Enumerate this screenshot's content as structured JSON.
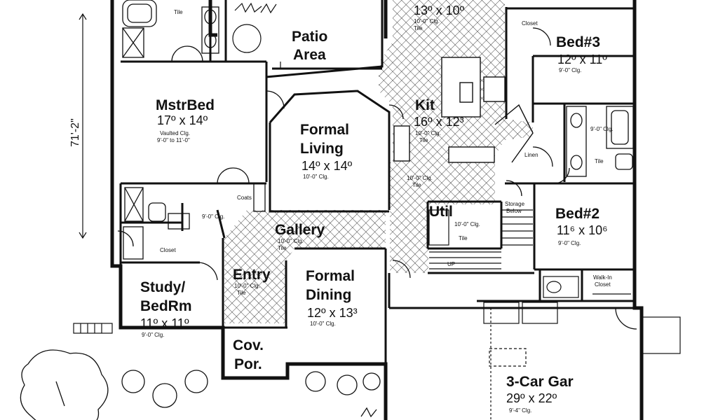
{
  "overall_dimension": "71'-2\"",
  "rooms": {
    "dining_top": {
      "dim": "13º x 10º",
      "clg": "10'-0\" Clg.",
      "floor": "Tile"
    },
    "master_bath": {
      "floor": "Tile"
    },
    "patio": {
      "line1": "Patio",
      "line2": "Area"
    },
    "bed3": {
      "name": "Bed#3",
      "dim": "12º x 11º",
      "clg": "9'-0\" Clg.",
      "closet": "Closet"
    },
    "mstrbed": {
      "name": "MstrBed",
      "dim": "17º x 14º",
      "clg1": "Vaulted Clg.",
      "clg2": "9'-0\" to 11'-0\""
    },
    "formal_living": {
      "line1": "Formal",
      "line2": "Living",
      "dim": "14º x 14º",
      "clg": "10'-0\" Clg."
    },
    "kit": {
      "name": "Kit",
      "dim": "16º x 12³",
      "clg": "10'-0\" Clg.",
      "floor": "Tile"
    },
    "hall": {
      "clg": "10'-0\" Clg.",
      "floor": "Tile"
    },
    "bath2": {
      "clg": "9'-0\" Clg.",
      "floor": "Tile"
    },
    "linen": "Linen",
    "coats": "Coats",
    "mstr_closet_clg": "9'-0\" Clg.",
    "util": {
      "name": "Util",
      "clg": "10'-0\" Clg.",
      "floor": "Tile"
    },
    "storage": {
      "line1": "Storage",
      "line2": "Below"
    },
    "bed2": {
      "name": "Bed#2",
      "dim": "11⁶ x 10⁶",
      "clg": "9'-0\" Clg."
    },
    "gallery": {
      "name": "Gallery",
      "clg": "10'-0\" Clg.",
      "floor": "Tile"
    },
    "closet_left": "Closet",
    "entry": {
      "name": "Entry",
      "clg": "10'-0\" Clg.",
      "floor": "Tile"
    },
    "formal_dining": {
      "line1": "Formal",
      "line2": "Dining",
      "dim": "12º x 13³",
      "clg": "10'-0\" Clg."
    },
    "study": {
      "line1": "Study/",
      "line2": "BedRm",
      "dim": "11º x 11º",
      "clg": "9'-0\" Clg."
    },
    "walkin": {
      "line1": "Walk-In",
      "line2": "Closet"
    },
    "cov_por": {
      "line1": "Cov.",
      "line2": "Por."
    },
    "stairs_up": "UP",
    "garage": {
      "name": "3-Car Gar",
      "dim": "29º x 22º",
      "clg": "9'-4\" Clg."
    }
  }
}
